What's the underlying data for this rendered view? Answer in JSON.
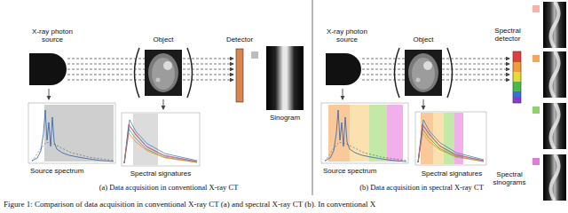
{
  "diagram": {
    "caption": "Figure 1: Comparison of data acquisition in conventional X-ray CT (a) and spectral X-ray CT (b). In conventional X",
    "labels": [
      "X-ray photon source",
      "Object",
      "Detector",
      "Sinogram",
      "Source spectrum",
      "Spectral signatures",
      "(a) Data acquisition in conventional X-ray CT",
      "X-ray photon source",
      "Object",
      "Spectral detector",
      "Source spectrum",
      "Spectral signatures",
      "Spectral sinograms",
      "(b) Data acquisition in spectral X-ray CT"
    ]
  }
}
